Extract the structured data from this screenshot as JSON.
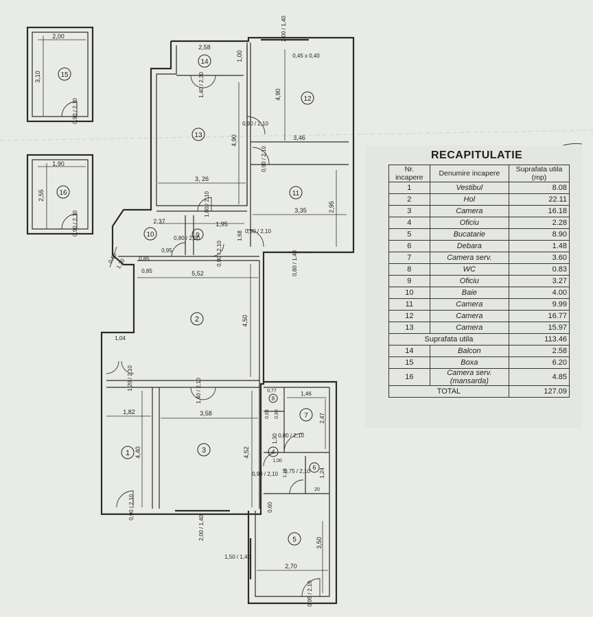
{
  "plan": {
    "rooms": {
      "r1": "1",
      "r2": "2",
      "r3": "3",
      "r4": "4",
      "r5": "5",
      "r6": "6",
      "r7": "7",
      "r8": "8",
      "r9": "9",
      "r10": "10",
      "r11": "11",
      "r12": "12",
      "r13": "13",
      "r14": "14",
      "r15": "15",
      "r16": "16"
    },
    "dims": {
      "d15_w": "2,00",
      "d15_h": "3,10",
      "d15_door": "0,90 / 2,10",
      "d16_w": "1,90",
      "d16_h": "2,55",
      "d16_door": "0,90 / 2,10",
      "d14_w": "2,58",
      "d14_h": "1,00",
      "d14_door": "1,40 / 2,30",
      "d12_win": "2,00 / 1,40",
      "d12_vent": "0,45 x 0,40",
      "d12_h": "4,90",
      "d12_w": "3,46",
      "d12_door": "0,90 / 2,10",
      "d13_h": "4,90",
      "d13_w": "3, 26",
      "d11_door": "0,90 / 2,10",
      "d11_w": "3,35",
      "d11_h": "2,95",
      "d9_door": "1,00 / 2,10",
      "d9_w": "1,95",
      "d9_door2": "0,90 / 2,10",
      "d9_h": "1,68",
      "d10_w": "2,37",
      "d10_door": "0,80 / 2,00",
      "d10_a": "0,95",
      "d10_b": "0,85",
      "d10_c": "0,60",
      "d10_d": "1,20",
      "d2_a": "0,85",
      "d2_w": "5,52",
      "d2_h": "4,50",
      "d2_door": "0,90 / 2,10",
      "d2_b": "1,04",
      "d2_win": "0,80 / 1,40",
      "d1_door": "1,20 / 2,10",
      "d1_w": "1,82",
      "d1_h": "4,40",
      "d1_door2": "0,90 / 2,10",
      "d3_door": "1,40 / 2,10",
      "d3_w": "3,58",
      "d3_h": "4,52",
      "d3_win": "2,00 / 1,40",
      "d8_w": "0,77",
      "d8_h": "0,63",
      "d8_door": "0,90",
      "d7_w": "1,46",
      "d7_h": "2,47",
      "d7_door": "0,80 / 2,10",
      "d4_h": "1,30",
      "d4_w": "1,00",
      "d4_b": "1,16",
      "d4_door": "0,90 / 2,10",
      "d6_door": "0,75 / 2,10",
      "d6_h": "1,24",
      "d6_w": "20",
      "d5_a": "0,60",
      "d5_h": "3,50",
      "d5_w": "2,70",
      "d5_win": "1,50 / 1,40",
      "d5_door": "0,95 / 2,10"
    }
  },
  "recap": {
    "title": "RECAPITULATIE",
    "headers": [
      "Nr. incapere",
      "Denumire incapere",
      "Suprafata utila (mp)"
    ],
    "rows": [
      {
        "nr": "1",
        "name": "Vestibul",
        "area": "8.08"
      },
      {
        "nr": "2",
        "name": "Hol",
        "area": "22.11"
      },
      {
        "nr": "3",
        "name": "Camera",
        "area": "16.18"
      },
      {
        "nr": "4",
        "name": "Oficiu",
        "area": "2.28"
      },
      {
        "nr": "5",
        "name": "Bucatarie",
        "area": "8.90"
      },
      {
        "nr": "6",
        "name": "Debara",
        "area": "1.48"
      },
      {
        "nr": "7",
        "name": "Camera serv.",
        "area": "3.60"
      },
      {
        "nr": "8",
        "name": "WC",
        "area": "0.83"
      },
      {
        "nr": "9",
        "name": "Oficiu",
        "area": "3.27"
      },
      {
        "nr": "10",
        "name": "Baie",
        "area": "4.00"
      },
      {
        "nr": "11",
        "name": "Camera",
        "area": "9.99"
      },
      {
        "nr": "12",
        "name": "Camera",
        "area": "16.77"
      },
      {
        "nr": "13",
        "name": "Camera",
        "area": "15.97"
      }
    ],
    "subtotal": {
      "label": "Suprafata utila",
      "area": "113.46"
    },
    "extra": [
      {
        "nr": "14",
        "name": "Balcon",
        "area": "2.58"
      },
      {
        "nr": "15",
        "name": "Boxa",
        "area": "6.20"
      },
      {
        "nr": "16",
        "name": "Camera serv. (mansarda)",
        "area": "4.85"
      }
    ],
    "total": {
      "label": "TOTAL",
      "area": "127.09"
    }
  }
}
